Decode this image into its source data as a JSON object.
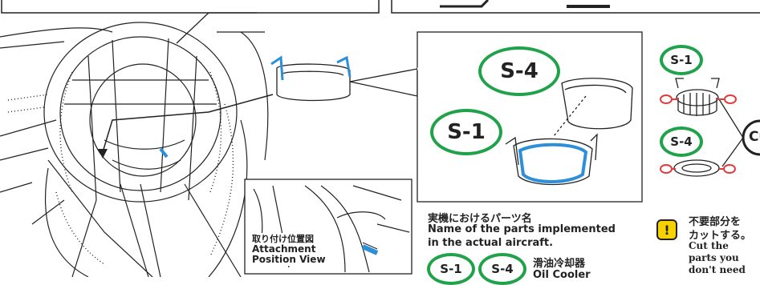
{
  "callout_main": {
    "badge_large": "S-4",
    "badge_small": "S-1"
  },
  "parts_name": {
    "jp": "実機におけるパーツ名",
    "en_line1": "Name of the parts implemented",
    "en_line2": "in the actual aircraft."
  },
  "part_entry": {
    "badge_a": "S-1",
    "badge_b": "S-4",
    "jp": "滑油冷却器",
    "en": "Oil Cooler"
  },
  "attachment_view": {
    "jp": "取り付け位置図",
    "en_line1": "Attachment",
    "en_line2": "Position View"
  },
  "cut_panel": {
    "badge_top": "S-1",
    "badge_bottom": "S-4",
    "cut_label": "Cu",
    "warning_symbol": "!",
    "jp_line1": "不要部分を",
    "jp_line2": "カットする。",
    "en_line1": "Cut the",
    "en_line2": "parts you",
    "en_line3": "don't need"
  },
  "colors": {
    "badge_border": "#1fa24a",
    "highlight_blue": "#2d8fd8",
    "warning_yellow": "#f6d300",
    "cut_red": "#e23b3b"
  }
}
